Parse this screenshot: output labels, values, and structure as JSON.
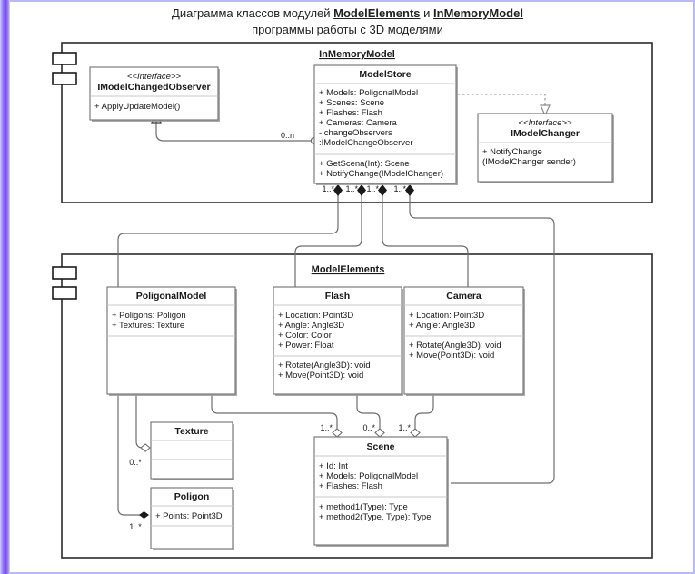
{
  "title": {
    "line1_pre": "Диаграмма классов модулей ",
    "line1_b1": "ModelElements",
    "line1_mid": " и ",
    "line1_b2": "InMemoryModel",
    "line2": "программы работы с 3D моделями"
  },
  "packages": [
    {
      "id": "inmemorymodel",
      "name": "InMemoryModel"
    },
    {
      "id": "modelelements",
      "name": "ModelElements"
    }
  ],
  "classes": [
    {
      "id": "imodelchangedobserver",
      "stereotype": "<<Interface>>",
      "name": "IModelChangedObserver",
      "attributes": [],
      "methods": [
        "+ ApplyUpdateModel()"
      ]
    },
    {
      "id": "modelstore",
      "stereotype": "",
      "name": "ModelStore",
      "attributes": [
        "+ Models: PoligonalModel",
        "+ Scenes: Scene",
        "+ Flashes: Flash",
        "+ Cameras: Camera",
        "- changeObservers",
        "        :IModelChangeObserver"
      ],
      "methods": [
        "+ GetScena(Int): Scene",
        "+ NotifyChange(IModelChanger)"
      ]
    },
    {
      "id": "imodelchanger",
      "stereotype": "<<Interface>>",
      "name": "IModelChanger",
      "attributes": [],
      "methods": [
        "+ NotifyChange",
        "    (IModelChanger sender)"
      ]
    },
    {
      "id": "poligonalmodel",
      "stereotype": "",
      "name": "PoligonalModel",
      "attributes": [
        "+ Poligons: Poligon",
        "+ Textures: Texture"
      ],
      "methods": []
    },
    {
      "id": "flash",
      "stereotype": "",
      "name": "Flash",
      "attributes": [
        "+ Location: Point3D",
        "+ Angle: Angle3D",
        "+ Color: Color",
        "+ Power: Float"
      ],
      "methods": [
        "+ Rotate(Angle3D): void",
        "+ Move(Point3D): void"
      ]
    },
    {
      "id": "camera",
      "stereotype": "",
      "name": "Camera",
      "attributes": [
        "+ Location: Point3D",
        "+ Angle: Angle3D"
      ],
      "methods": [
        "+ Rotate(Angle3D): void",
        "+ Move(Point3D): void"
      ]
    },
    {
      "id": "texture",
      "stereotype": "",
      "name": "Texture",
      "attributes": [],
      "methods": []
    },
    {
      "id": "poligon",
      "stereotype": "",
      "name": "Poligon",
      "attributes": [
        "+ Points: Point3D"
      ],
      "methods": []
    },
    {
      "id": "scene",
      "stereotype": "",
      "name": "Scene",
      "attributes": [
        "+ Id: Int",
        "+ Models: PoligonalModel",
        "+ Flashes: Flash"
      ],
      "methods": [
        "+ method1(Type): Type",
        "+ method2(Type, Type): Type"
      ]
    }
  ],
  "multiplicities": {
    "observer": "0..n",
    "store_models": "1..*",
    "store_flashes": "1..*",
    "store_cameras": "1..*",
    "store_scenes": "1..*",
    "texture": "0..*",
    "poligon": "1..*",
    "scene_models": "1..*",
    "scene_flashes": "0..*",
    "scene_cameras": "1..*"
  },
  "colors": {
    "border_accent": "#7b4ff2",
    "frame": "#b9b9f7",
    "class_stroke": "#707070",
    "package_stroke": "#2b2b2b",
    "connector": "#6d6d6d"
  }
}
